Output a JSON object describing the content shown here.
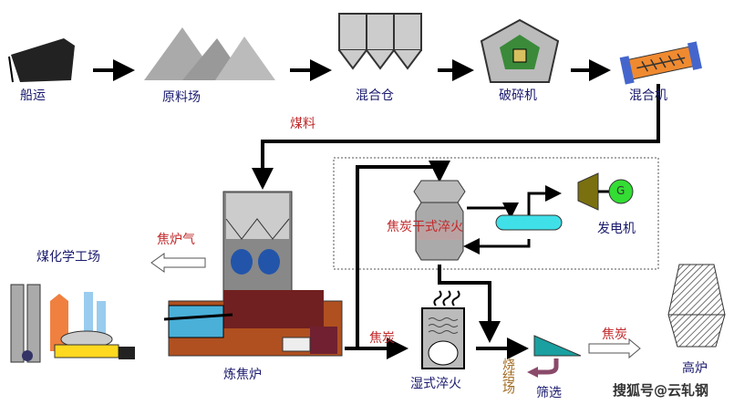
{
  "labels": {
    "ship": "船运",
    "yard": "原料场",
    "mix_bin": "混合仓",
    "crusher": "破碎机",
    "mixer": "混合机",
    "coal": "煤料",
    "oven_gas": "焦炉气",
    "chem_plant": "煤化学工场",
    "coke_oven": "炼焦炉",
    "cdq": "焦炭干式淬火",
    "generator": "发电机",
    "generator_mark": "G",
    "coke_1": "焦炭",
    "wet_quench": "湿式淬火",
    "sinter": "烧结场",
    "screen": "筛选",
    "coke_2": "焦炭",
    "blast_furnace": "高炉"
  },
  "watermark": "搜狐号@云轧钢",
  "colors": {
    "flow_label": "#c0282a",
    "node_label": "#1a1a6e",
    "drum": "#40e0e8",
    "generator": "#33dd33",
    "screen": "#1aa0a0"
  }
}
